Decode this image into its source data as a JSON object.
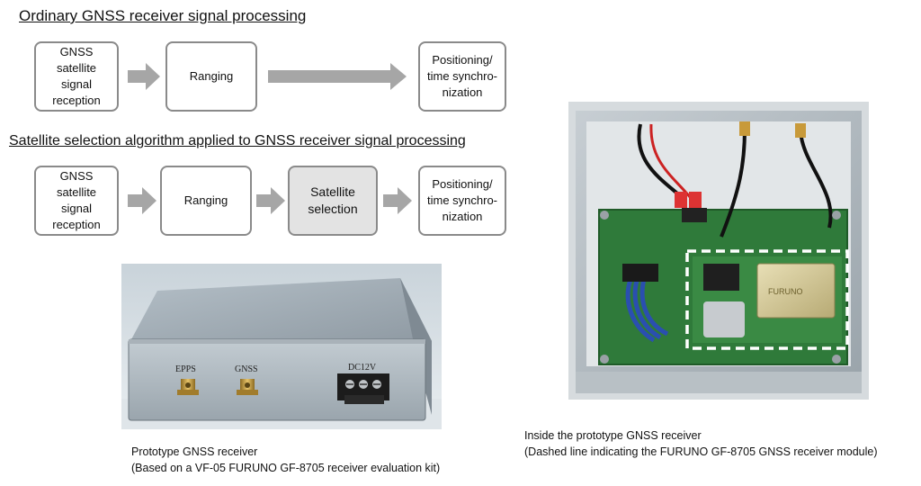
{
  "flow1": {
    "heading": "Ordinary GNSS receiver signal processing",
    "boxes": [
      "GNSS\nsatellite\nsignal\nreception",
      "Ranging",
      "Positioning/\ntime synchro-\nnization"
    ]
  },
  "flow2": {
    "heading": "Satellite selection algorithm applied to GNSS receiver signal processing",
    "boxes": [
      "GNSS\nsatellite\nsignal\nreception",
      "Ranging",
      "Satellite\nselection",
      "Positioning/\ntime synchro-\nnization"
    ]
  },
  "photo_prototype": {
    "labels": {
      "epps": "EPPS",
      "gnss": "GNSS",
      "dc": "DC12V"
    },
    "caption_line1": "Prototype GNSS receiver",
    "caption_line2": "(Based on a VF-05 FURUNO GF-8705 receiver evaluation kit)"
  },
  "photo_inside": {
    "labels": {
      "furuno": "FURUNO"
    },
    "caption_line1": "Inside the prototype GNSS receiver",
    "caption_line2": "(Dashed line indicating the FURUNO GF-8705 GNSS receiver module)"
  },
  "colors": {
    "box_border": "#8a8a8a",
    "arrow": "#a6a6a6",
    "shaded_box": "#e3e3e3",
    "pcb": "#2f7a3a"
  }
}
